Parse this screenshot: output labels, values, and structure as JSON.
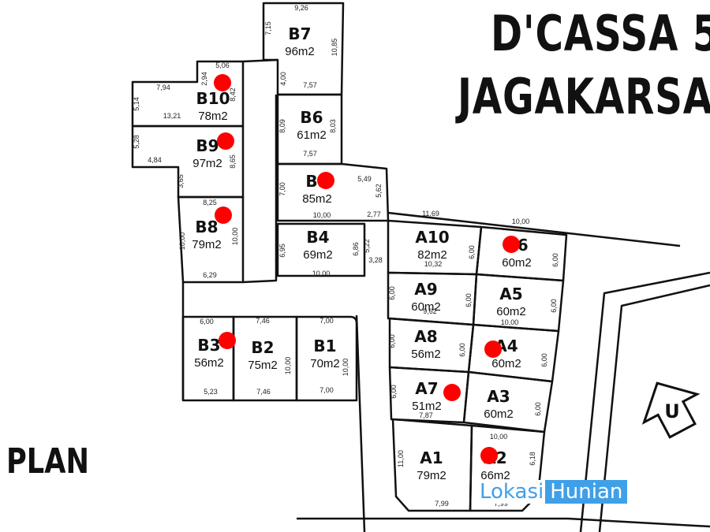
{
  "title": {
    "line1": "D'CASSA 5",
    "line2": "JAGAKARSA"
  },
  "plan_label": "PLAN",
  "compass_label": "U",
  "watermark": {
    "part1": "Lokasi",
    "part2": "Hunian"
  },
  "marker_color": "#ff0000",
  "lots": [
    {
      "id": "B7",
      "name": "B7",
      "area": "96m2",
      "sold": false
    },
    {
      "id": "B10",
      "name": "B10",
      "area": "78m2",
      "sold": true
    },
    {
      "id": "B6",
      "name": "B6",
      "area": "61m2",
      "sold": false
    },
    {
      "id": "B9",
      "name": "B9",
      "area": "97m2",
      "sold": true
    },
    {
      "id": "B5",
      "name": "B5",
      "area": "85m2",
      "sold": true
    },
    {
      "id": "B8",
      "name": "B8",
      "area": "79m2",
      "sold": true
    },
    {
      "id": "B4",
      "name": "B4",
      "area": "69m2",
      "sold": false
    },
    {
      "id": "A10",
      "name": "A10",
      "area": "82m2",
      "sold": false
    },
    {
      "id": "A6",
      "name": "A6",
      "area": "60m2",
      "sold": true
    },
    {
      "id": "A9",
      "name": "A9",
      "area": "60m2",
      "sold": false
    },
    {
      "id": "A5",
      "name": "A5",
      "area": "60m2",
      "sold": false
    },
    {
      "id": "A8",
      "name": "A8",
      "area": "56m2",
      "sold": false
    },
    {
      "id": "A4",
      "name": "A4",
      "area": "60m2",
      "sold": true
    },
    {
      "id": "A7",
      "name": "A7",
      "area": "51m2",
      "sold": true
    },
    {
      "id": "A3",
      "name": "A3",
      "area": "60m2",
      "sold": false
    },
    {
      "id": "A1",
      "name": "A1",
      "area": "79m2",
      "sold": false
    },
    {
      "id": "A2",
      "name": "A2",
      "area": "66m2",
      "sold": true
    },
    {
      "id": "B3",
      "name": "B3",
      "area": "56m2",
      "sold": true
    },
    {
      "id": "B2",
      "name": "B2",
      "area": "75m2",
      "sold": false
    },
    {
      "id": "B1",
      "name": "B1",
      "area": "70m2",
      "sold": false
    }
  ],
  "dimensions": [
    "9,26",
    "7,15",
    "10,85",
    "4,00",
    "7,57",
    "5,06",
    "2,94",
    "8,42",
    "7,94",
    "5,14",
    "13,21",
    "8,09",
    "8,03",
    "7,57",
    "5,28",
    "4,84",
    "3,65",
    "8,65",
    "5,49",
    "5,62",
    "7,00",
    "10,00",
    "2,77",
    "8,25",
    "10,00",
    "10,00",
    "6,29",
    "6,95",
    "6,86",
    "10,00",
    "5,22",
    "3,28",
    "11,69",
    "10,00",
    "6,00",
    "10,32",
    "6,00",
    "6,00",
    "9,62",
    "6,00",
    "10,00",
    "6,00",
    "6,00",
    "6,00",
    "6,00",
    "6,00",
    "7,87",
    "6,00",
    "10,00",
    "11,00",
    "6,18",
    "7,99",
    "7,99",
    "6,00",
    "7,46",
    "7,00",
    "5,23",
    "10,00",
    "7,46",
    "10,00",
    "7,00"
  ]
}
